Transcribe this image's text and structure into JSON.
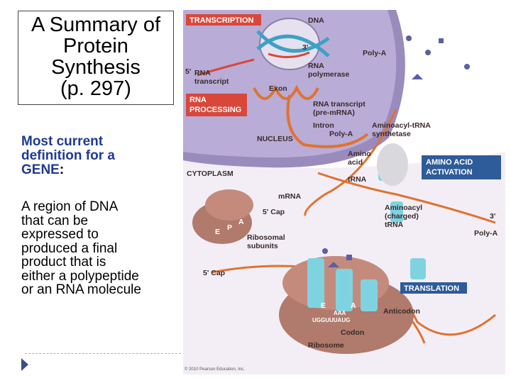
{
  "title": {
    "line1": "A Summary of",
    "line2": "Protein",
    "line3": "Synthesis",
    "line4": "(p. 297)"
  },
  "definition": {
    "heading_l1": "Most current",
    "heading_l2": "definition for a",
    "heading_l3": "GENE",
    "colon": ":",
    "body_l1": "A region of DNA",
    "body_l2": "that can be",
    "body_l3": "expressed to",
    "body_l4": "produced a final",
    "body_l5": "product that is",
    "body_l6": "either a polypeptide",
    "body_l7": "or an RNA molecule"
  },
  "figure": {
    "banners": {
      "transcription": "TRANSCRIPTION",
      "rna_processing_l1": "RNA",
      "rna_processing_l2": "PROCESSING",
      "amino_acid_activation_l1": "AMINO ACID",
      "amino_acid_activation_l2": "ACTIVATION",
      "translation": "TRANSLATION"
    },
    "labels": {
      "dna": "DNA",
      "three_prime_top": "3'",
      "poly_a_top": "Poly-A",
      "five_prime": "5'",
      "rna_transcript_l1": "RNA",
      "rna_transcript_l2": "transcript",
      "rna_polymerase_l1": "RNA",
      "rna_polymerase_l2": "polymerase",
      "exon": "Exon",
      "pre_mrna_l1": "RNA transcript",
      "pre_mrna_l2": "(pre-mRNA)",
      "intron": "Intron",
      "poly_a_mid": "Poly-A",
      "nucleus": "NUCLEUS",
      "aminoacyl_synthetase_l1": "Aminoacyl-tRNA",
      "aminoacyl_synthetase_l2": "synthetase",
      "amino_acid_l1": "Amino",
      "amino_acid_l2": "acid",
      "trna": "tRNA",
      "cytoplasm": "CYTOPLASM",
      "mrna": "mRNA",
      "five_prime_cap_top": "5' Cap",
      "aminoacyl_charged_l1": "Aminoacyl",
      "aminoacyl_charged_l2": "(charged)",
      "aminoacyl_charged_l3": "tRNA",
      "three_prime_right": "3'",
      "poly_a_right": "Poly-A",
      "ribosomal_subunits_l1": "Ribosomal",
      "ribosomal_subunits_l2": "subunits",
      "site_e": "E",
      "site_p": "P",
      "site_a": "A",
      "five_prime_cap_bottom": "5' Cap",
      "anticodon": "Anticodon",
      "codon": "Codon",
      "ribosome": "Ribosome",
      "site_e2": "E",
      "site_a2": "A",
      "codon_seq": "UGGUUUAUG",
      "anticodon_seq": "AAA"
    },
    "copyright": "© 2010 Pearson Education, Inc."
  },
  "colors": {
    "heading_blue": "#1f3a93",
    "banner_red": "#d9473b",
    "banner_blue": "#2e5b9a",
    "nucleus_purple": "#9a8bbd",
    "cytoplasm_purple": "#6d5a95",
    "ribosome_brown": "#b07a6c",
    "trna_cyan": "#7fd3e0",
    "mrna_orange": "#e0722f"
  }
}
